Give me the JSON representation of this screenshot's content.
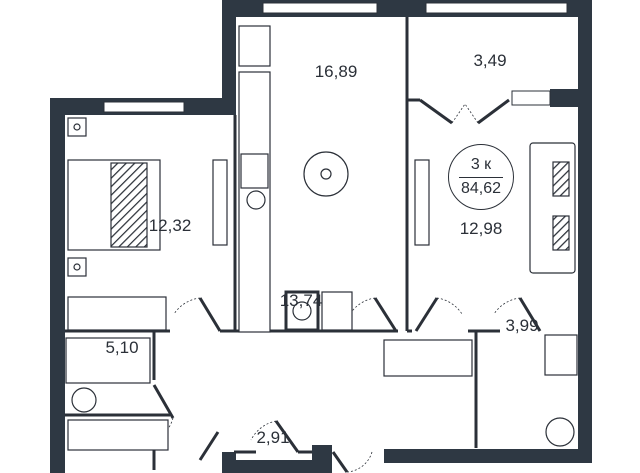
{
  "apartment": {
    "rooms_label": "3 к",
    "total_area": "84,62"
  },
  "rooms": {
    "kitchen": "16,89",
    "balcony": "3,49",
    "bedroom": "12,32",
    "living_room": "12,98",
    "hallway": "13,74",
    "bathroom": "5,10",
    "shower_room": "3,99",
    "storage": "2,91"
  },
  "colors": {
    "wall": "#2e3843",
    "line": "#2b3038",
    "window": "#ffffff"
  }
}
